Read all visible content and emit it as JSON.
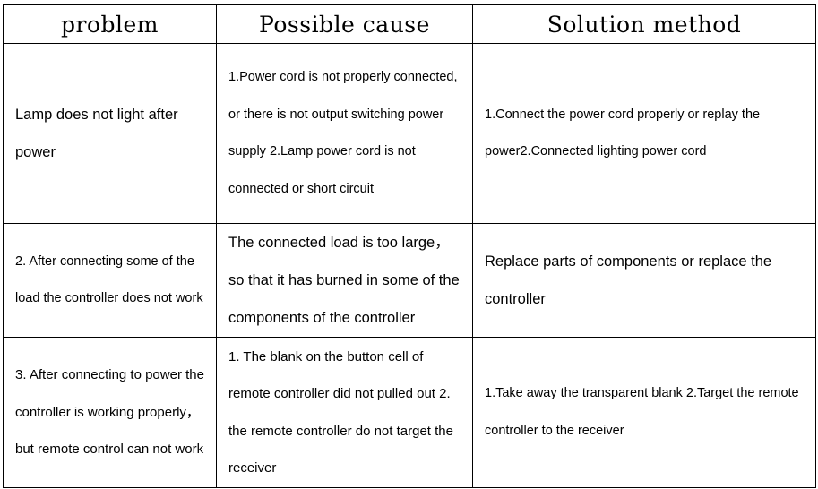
{
  "table": {
    "headers": [
      "problem",
      "Possible cause",
      "Solution method"
    ],
    "rows": [
      {
        "problem": "Lamp does not light after power",
        "cause": "1.Power cord is not properly connected, or there is not output switching power supply 2.Lamp power cord is not connected or short circuit",
        "solution": "1.Connect the power cord properly or replay the power2.Connected lighting power cord"
      },
      {
        "problem": "2. After connecting some of the load the controller does not work",
        "cause": "The connected load is too large，so that it has burned in some of the components of the controller",
        "solution": "Replace parts of components or replace the controller"
      },
      {
        "problem": "3. After connecting to power the controller is working properly，but remote control can not work",
        "cause": "1. The blank on the button cell of remote controller did not pulled out 2. the remote controller do not target the receiver",
        "solution": "1.Take away the transparent blank 2.Target the remote controller to the receiver"
      }
    ]
  }
}
